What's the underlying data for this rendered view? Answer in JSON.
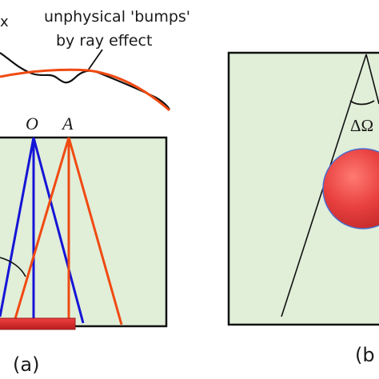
{
  "annotations": {
    "x_label": "x",
    "bumps_line1": "unphysical 'bumps'",
    "bumps_line2": "by ray effect"
  },
  "panel_a": {
    "label": "(a)",
    "point_o": "O",
    "point_a": "A"
  },
  "panel_b": {
    "label": "(b",
    "solid_angle": "ΔΩ"
  },
  "colors": {
    "background_box": "#e1eed8",
    "blue_rays": "#1515d6",
    "red_rays": "#f04a12",
    "curve_black": "#111111",
    "source_bar": "#dd2a2a",
    "sphere": "#e8403f"
  }
}
